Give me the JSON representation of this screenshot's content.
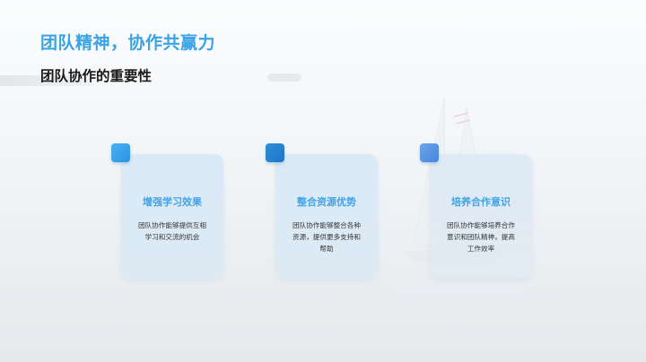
{
  "slide": {
    "title": "团队精神，协作共赢力",
    "subtitle": "团队协作的重要性"
  },
  "colors": {
    "title": "#3aa3e4",
    "subtitle": "#1a1a1a",
    "card_title": "#3fa3e6",
    "card_bg": "#d9e9f5"
  },
  "cards": [
    {
      "title": "增强学习效果",
      "text": "团队协作能够提供互相学习和交流的机会",
      "lines": [
        "团队协作能够提供互相",
        "学习和交流的机会"
      ]
    },
    {
      "title": "整合资源优势",
      "text": "团队协作能够整合各种资源，提供更多支持和帮助",
      "lines": [
        "团队协作能够整合各种",
        "资源，提供更多支持和",
        "帮助"
      ]
    },
    {
      "title": "培养合作意识",
      "text": "团队协作能够培养合作意识和团队精神，提高工作效率",
      "lines": [
        "团队协作能够培养合作",
        "意识和团队精神，提高",
        "工作效率"
      ]
    }
  ]
}
